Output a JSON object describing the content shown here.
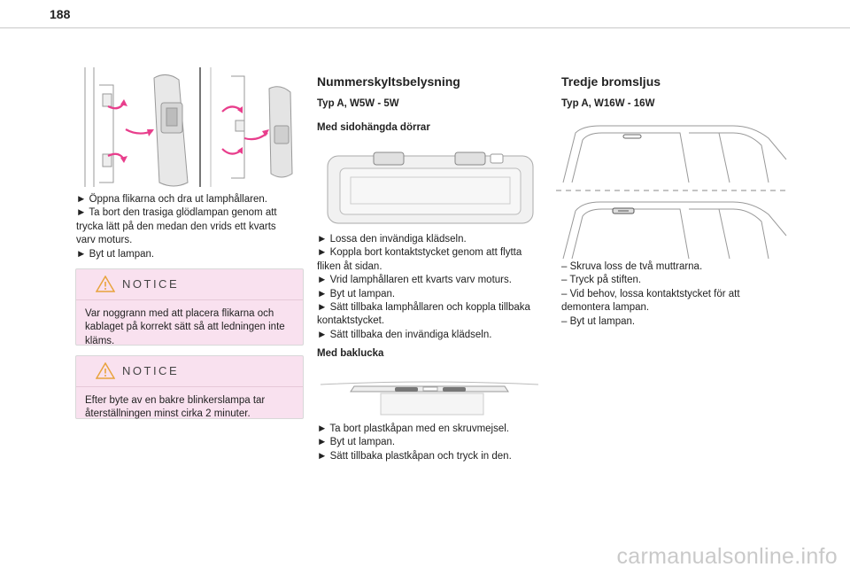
{
  "page_number": "188",
  "col1": {
    "steps": [
      "► Öppna flikarna och dra ut lamphållaren.",
      "► Ta bort den trasiga glödlampan genom att",
      "trycka lätt på den medan den vrids ett kvarts",
      "varv moturs.",
      "► Byt ut lampan."
    ],
    "notice1": {
      "title": "NOTICE",
      "lines": [
        "Var noggrann med att placera flikarna och",
        "kablaget på korrekt sätt så att ledningen inte",
        "kläms."
      ]
    },
    "notice2": {
      "title": "NOTICE",
      "lines": [
        "Efter byte av en bakre blinkerslampa tar",
        "återställningen minst cirka 2 minuter."
      ]
    }
  },
  "col2": {
    "heading": "Nummerskyltsbelysning",
    "type_line": "Typ A, W5W - 5W",
    "sub1": "Med sidohängda dörrar",
    "steps1": [
      "► Lossa den invändiga klädseln.",
      "► Koppla bort kontaktstycket genom att flytta",
      "fliken åt sidan.",
      "► Vrid lamphållaren ett kvarts varv moturs.",
      "► Byt ut lampan.",
      "► Sätt tillbaka lamphållaren och koppla tillbaka",
      "kontaktstycket.",
      "► Sätt tillbaka den invändiga klädseln."
    ],
    "sub2": "Med baklucka",
    "steps2": [
      "► Ta bort plastkåpan med en skruvmejsel.",
      "► Byt ut lampan.",
      "► Sätt tillbaka plastkåpan och tryck in den."
    ]
  },
  "col3": {
    "heading": "Tredje bromsljus",
    "type_line": "Typ A, W16W - 16W",
    "steps": [
      "– Skruva loss de två muttrarna.",
      "– Tryck på stiften.",
      "– Vid behov, lossa kontaktstycket för att",
      "demontera lampan.",
      "– Byt ut lampan."
    ]
  },
  "watermark": "carmanualsonline.info",
  "colors": {
    "notice_bg": "#f9e1ef",
    "arrow": "#e83e8c",
    "warn": "#e8a33d"
  }
}
